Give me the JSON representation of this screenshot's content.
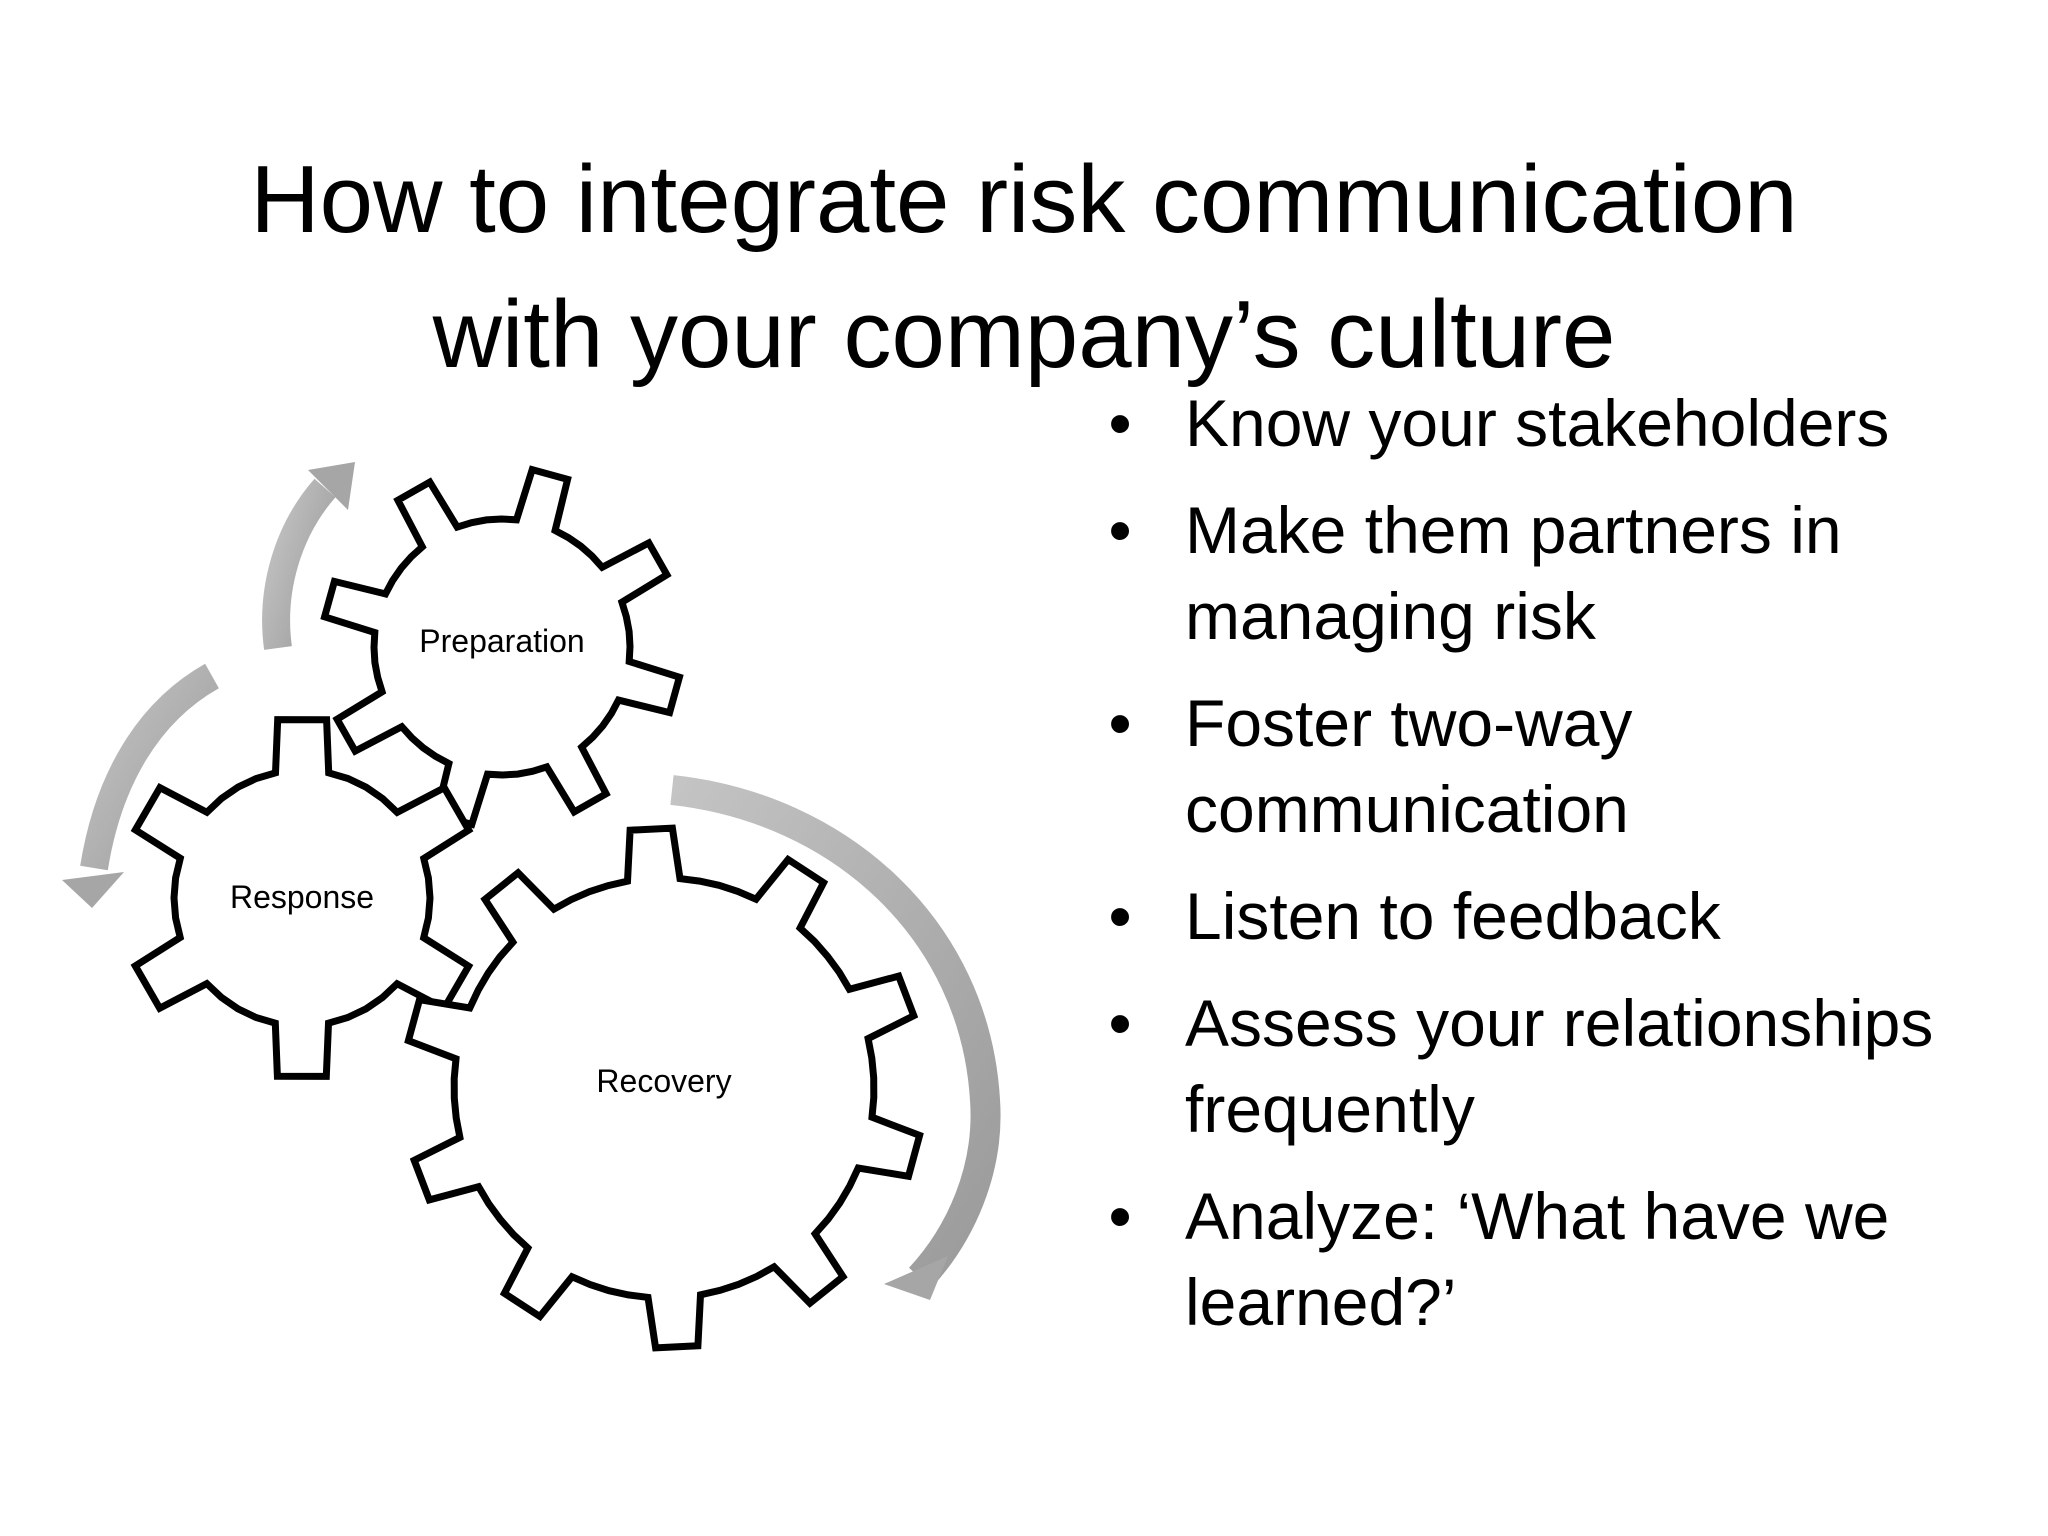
{
  "slide": {
    "title_line1": "How to integrate risk communication",
    "title_line2": "with your company’s culture"
  },
  "diagram": {
    "stages": [
      {
        "label": "Preparation",
        "icon": "gear-icon"
      },
      {
        "label": "Response",
        "icon": "gear-icon"
      },
      {
        "label": "Recovery",
        "icon": "gear-icon"
      }
    ],
    "arrow_color": "#a6a6a6",
    "gear_stroke": "#000000"
  },
  "bullets": [
    {
      "marker": "•",
      "text": "Know your stakeholders"
    },
    {
      "marker": "•",
      "text": "Make them partners in managing risk"
    },
    {
      "marker": "•",
      "text": "Foster two-way communication"
    },
    {
      "marker": "•",
      "text": "Listen to feedback"
    },
    {
      "marker": "•",
      "text": "Assess your relationships frequently"
    },
    {
      "marker": "•",
      "text": "Analyze: ‘What have we learned?’"
    }
  ]
}
